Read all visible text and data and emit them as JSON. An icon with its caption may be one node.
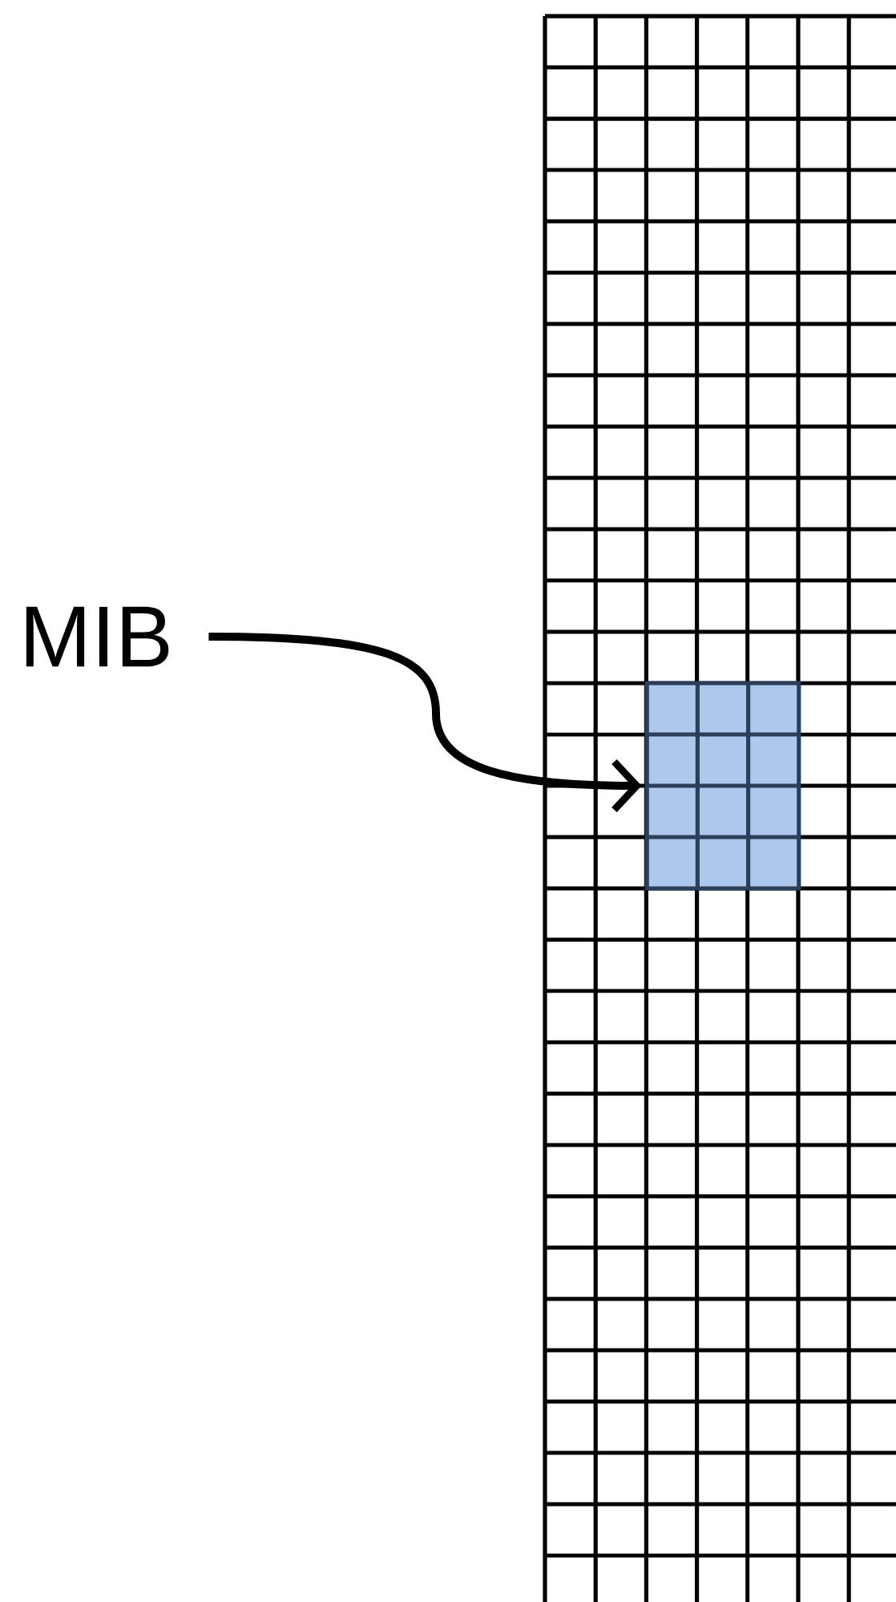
{
  "diagram": {
    "nodes": [
      {
        "text": [
          "MIB"
        ]
      },
      {
        "text": [],
        "shape": "box"
      }
    ],
    "edges": [
      {
        "from": 0,
        "to": 1,
        "arrow": "to"
      }
    ]
  }
}
